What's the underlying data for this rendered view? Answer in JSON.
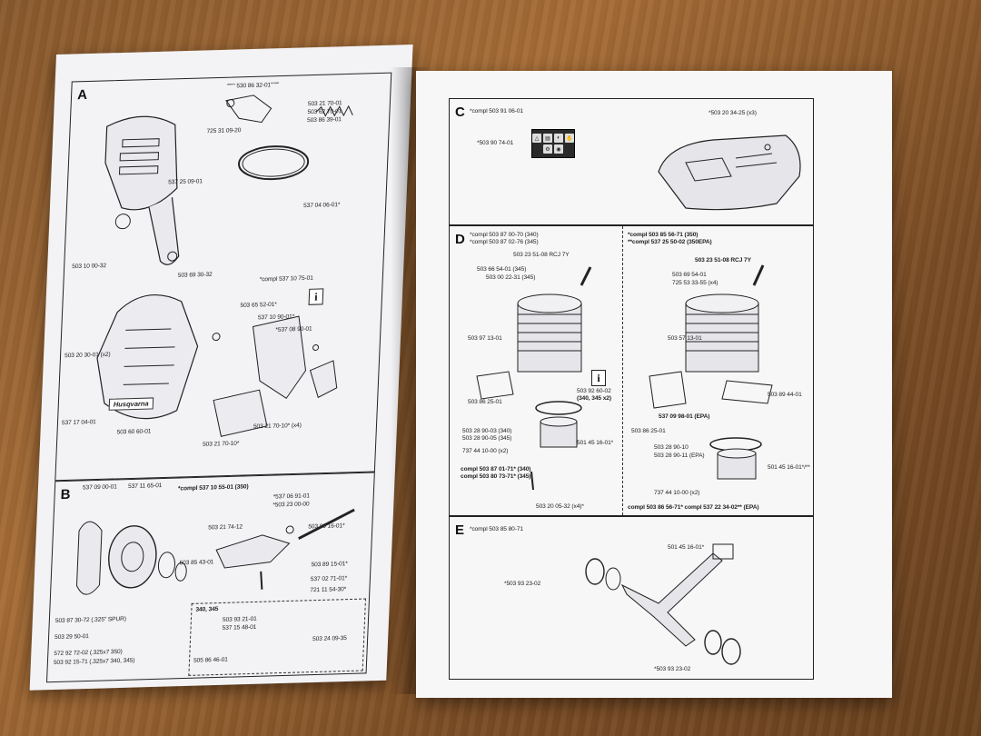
{
  "left_page": {
    "section_a": {
      "letter": "A",
      "labels": [
        "\"\"\"\" 530 86 32-01\"\"\"\"",
        "503 21 70-01",
        "503 62 70-01",
        "503 86 39-01",
        "725 31 09-20",
        "537 25 09-01",
        "537 04 06-01*",
        "503 10 00-32",
        "503 69 30-32",
        "*compl 537 10 75-01",
        "503 65 52-01*",
        "537 10 90-01*",
        "*537 08 90-01",
        "503 20 30-01 (x2)",
        "537 17 04-01",
        "503 60 60-01",
        "503 21 70-10* (x4)",
        "503 21 70-10*"
      ],
      "brand_text": "Husqvarna",
      "info_mark": "i"
    },
    "section_b": {
      "letter": "B",
      "labels": [
        "537 09 00-01",
        "537 11 65-01",
        "*compl 537 10 55-01 (350)",
        "*537 06 91-01",
        "*503 23 00-00",
        "503 21 74-12",
        "503 89 16-01*",
        "503 85 43-01",
        "503 89 15-01*",
        "537 02 71-01*",
        "721 11 54-30*",
        "340, 345",
        "503 93 21-01",
        "537 15 48-01",
        "503 24 09-35",
        "505 86 46-01",
        "503 87 30-72 (.325\" SPUR)",
        "503 29 50-01",
        "572 92 72-02 (.325x7 350)",
        "503 92 15-71 (.325x7 340, 345)"
      ]
    }
  },
  "right_page": {
    "section_c": {
      "letter": "C",
      "labels": [
        "*compl 503 91 06-01",
        "*503 20 34-25 (x3)",
        "*503 90 74-01"
      ]
    },
    "section_d": {
      "letter": "D",
      "left_labels": [
        "*compl 503 87 00-70 (340)",
        "*compl 503 87 02-76 (345)",
        "503 23 51-08 RCJ 7Y",
        "503 66 54-01 (345)",
        "503 00 22-31 (345)",
        "503 97 13-01",
        "503 92 60-02",
        "(340, 345 x2)",
        "503 86 25-01",
        "503 28 90-03 (340)",
        "503 28 90-05 (345)",
        "737 44 10-00 (x2)",
        "501 45 16-01*",
        "compl 503 87 01-71* (340)",
        "compl 503 80 73-71* (345)",
        "503 20 05-32 (x4)*"
      ],
      "right_labels": [
        "*compl 503 85 56-71 (350)",
        "**compl 537 25 50-02 (350EPA)",
        "503 23 51-08 RCJ 7Y",
        "503 69 54-01",
        "725 53 33-55 (x4)",
        "503 57 13-01",
        "503 89 44-01",
        "537 09 98-01 (EPA)",
        "503 86 25-01",
        "503 28 90-10",
        "503 28 90-11 (EPA)",
        "501 45 16-01*/**",
        "737 44 10-00 (x2)",
        "compl 503 86 56-71* compl 537 22 34-02** (EPA)"
      ]
    },
    "section_e": {
      "letter": "E",
      "labels": [
        "*compl 503 85 80-71",
        "501 45 16-01*",
        "*503 93 23-02",
        "*503 93 23-02"
      ]
    }
  }
}
